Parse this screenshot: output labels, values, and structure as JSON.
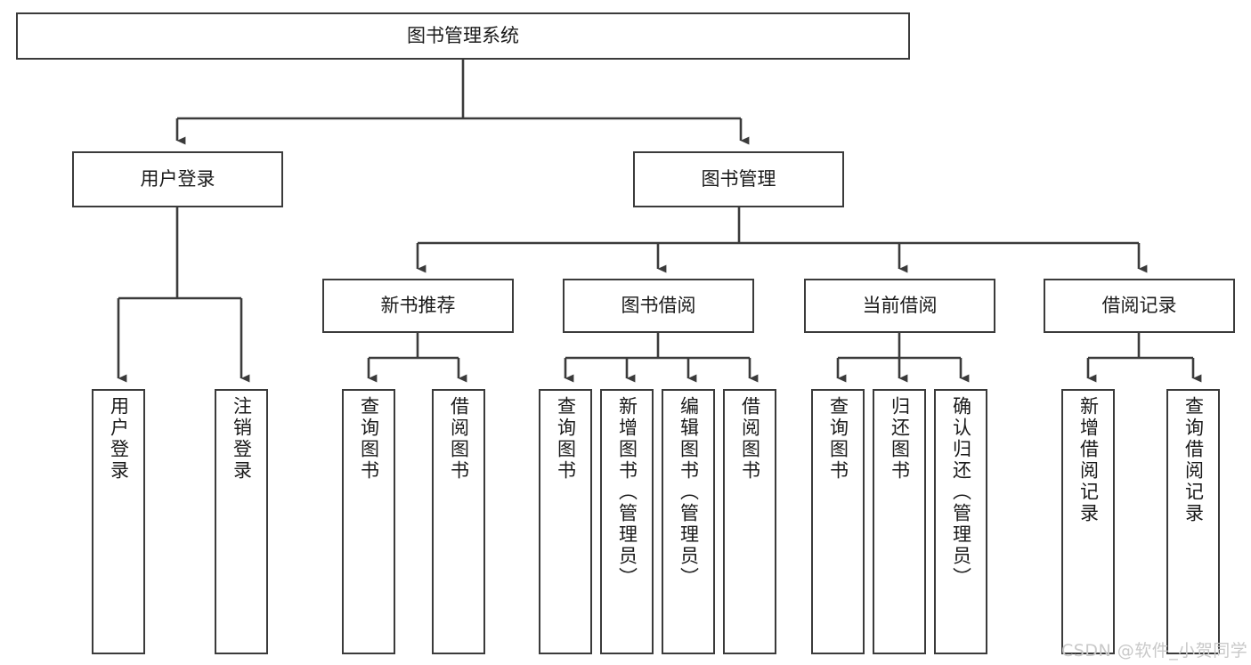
{
  "diagram": {
    "title": "图书管理系统",
    "type": "tree-hierarchy",
    "orientation": "top-down",
    "style": {
      "box_stroke": "#3b3b3b",
      "box_fill": "#ffffff",
      "edge_stroke": "#3b3b3b",
      "text_color": "#1a1a1a",
      "background": "#ffffff"
    },
    "nodes": {
      "root": {
        "label": "图书管理系统"
      },
      "level2": [
        {
          "id": "user-login",
          "label": "用户登录"
        },
        {
          "id": "book-management",
          "label": "图书管理"
        }
      ],
      "level3": [
        {
          "id": "new-book-recommend",
          "label": "新书推荐"
        },
        {
          "id": "book-borrow",
          "label": "图书借阅"
        },
        {
          "id": "current-borrow",
          "label": "当前借阅"
        },
        {
          "id": "borrow-record",
          "label": "借阅记录"
        }
      ],
      "leaves": {
        "user-login": [
          {
            "id": "leaf-user-login",
            "label": "用户登录"
          },
          {
            "id": "leaf-logout",
            "label": "注销登录"
          }
        ],
        "new-book-recommend": [
          {
            "id": "leaf-query-book-1",
            "label": "查询图书"
          },
          {
            "id": "leaf-borrow-book-1",
            "label": "借阅图书"
          }
        ],
        "book-borrow": [
          {
            "id": "leaf-query-book-2",
            "label": "查询图书"
          },
          {
            "id": "leaf-add-book",
            "label": "新增图书（管理员）"
          },
          {
            "id": "leaf-edit-book",
            "label": "编辑图书（管理员）"
          },
          {
            "id": "leaf-borrow-book-2",
            "label": "借阅图书"
          }
        ],
        "current-borrow": [
          {
            "id": "leaf-query-book-3",
            "label": "查询图书"
          },
          {
            "id": "leaf-return-book",
            "label": "归还图书"
          },
          {
            "id": "leaf-confirm-return",
            "label": "确认归还（管理员）"
          }
        ],
        "borrow-record": [
          {
            "id": "leaf-add-record",
            "label": "新增借阅记录"
          },
          {
            "id": "leaf-query-record",
            "label": "查询借阅记录"
          }
        ]
      }
    }
  },
  "watermark": {
    "text": "CSDN @软件_小贺同学"
  }
}
